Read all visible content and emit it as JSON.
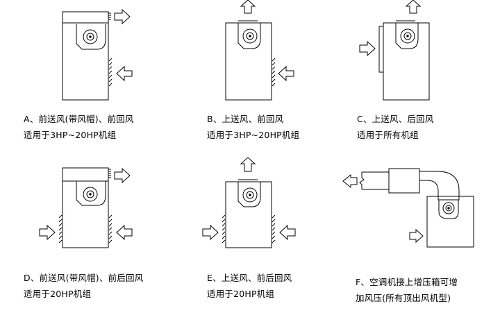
{
  "colors": {
    "line": "#000000",
    "background": "#ffffff"
  },
  "panels": [
    {
      "id": "A",
      "line1": "A、前送风(带风帽)、前回风",
      "line2": "适用于3HP~20HP机组"
    },
    {
      "id": "B",
      "line1": "B、上送风、前回风",
      "line2": "适用于3HP~20HP机组"
    },
    {
      "id": "C",
      "line1": "C、上送风、后回风",
      "line2": "适用于所有机组"
    },
    {
      "id": "D",
      "line1": "D、前送风(带风帽)、前后回风",
      "line2": "适用于20HP机组"
    },
    {
      "id": "E",
      "line1": "E、上送风、前后回风",
      "line2": "适用于20HP机组"
    },
    {
      "id": "F",
      "line1": "F、空调机接上增压箱可增",
      "line2": "加风压(所有顶出风机型)"
    }
  ]
}
